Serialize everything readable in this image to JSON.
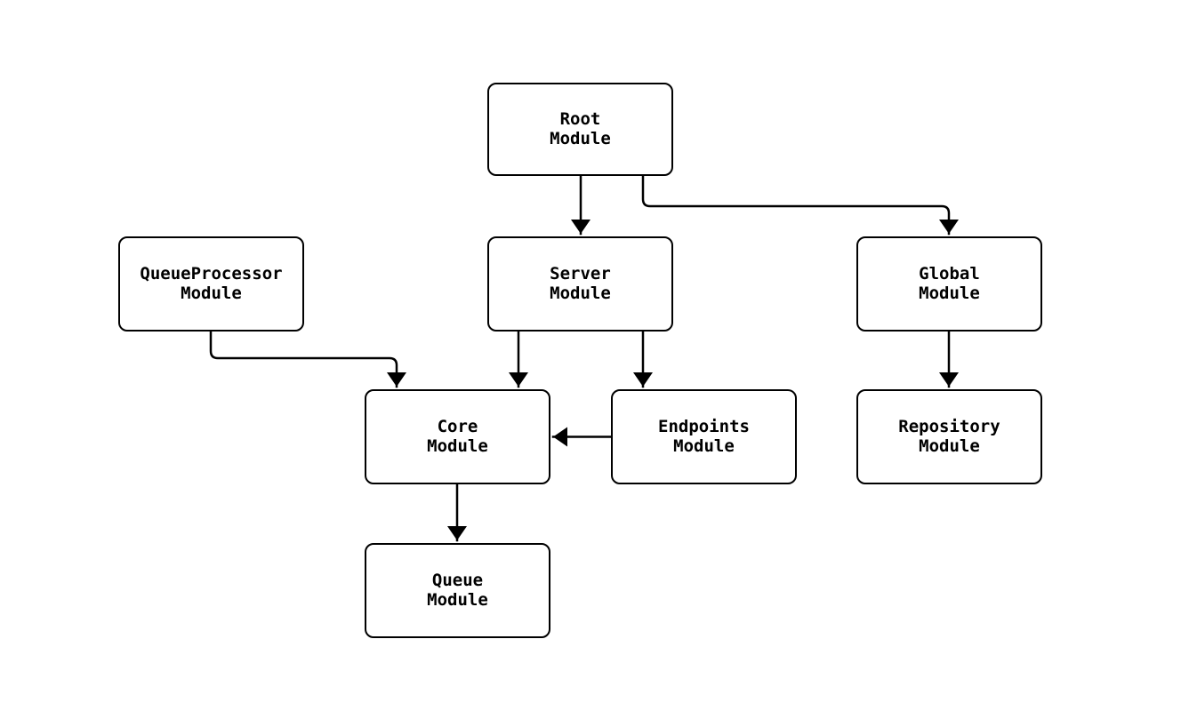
{
  "diagram": {
    "type": "module-dependency-flowchart",
    "background_color": "#ffffff",
    "node_fill_color": "#ffffff",
    "node_stroke_color": "#000000",
    "edge_color": "#000000",
    "nodes": {
      "root": {
        "line1": "Root",
        "line2": "Module"
      },
      "queue_processor": {
        "line1": "QueueProcessor",
        "line2": "Module"
      },
      "server": {
        "line1": "Server",
        "line2": "Module"
      },
      "global": {
        "line1": "Global",
        "line2": "Module"
      },
      "core": {
        "line1": "Core",
        "line2": "Module"
      },
      "endpoints": {
        "line1": "Endpoints",
        "line2": "Module"
      },
      "repository": {
        "line1": "Repository",
        "line2": "Module"
      },
      "queue": {
        "line1": "Queue",
        "line2": "Module"
      }
    },
    "edges": [
      {
        "from": "Root Module",
        "to": "Server Module"
      },
      {
        "from": "Root Module",
        "to": "Global Module"
      },
      {
        "from": "QueueProcessor Module",
        "to": "Core Module"
      },
      {
        "from": "Server Module",
        "to": "Core Module"
      },
      {
        "from": "Server Module",
        "to": "Endpoints Module"
      },
      {
        "from": "Endpoints Module",
        "to": "Core Module"
      },
      {
        "from": "Global Module",
        "to": "Repository Module"
      },
      {
        "from": "Core Module",
        "to": "Queue Module"
      }
    ]
  }
}
